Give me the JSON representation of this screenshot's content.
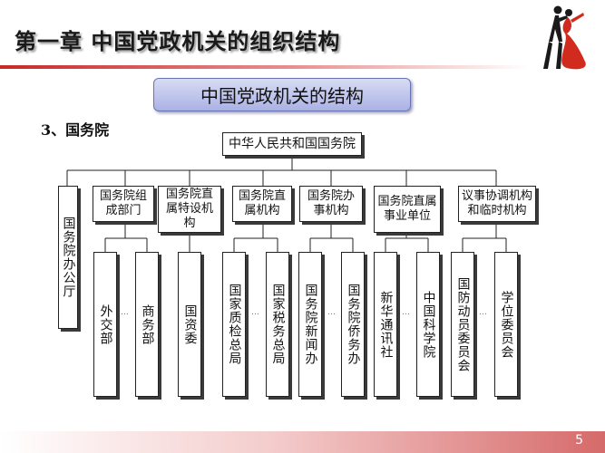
{
  "slide": {
    "title": "第一章 中国党政机关的组织结构",
    "banner": "中国党政机关的结构",
    "section": "3、国务院",
    "page_number": "5"
  },
  "org": {
    "root": "中华人民共和国国务院",
    "office": "国务院办公厅",
    "categories": [
      {
        "label": "国务院组成部门",
        "children": [
          "外交部",
          "商务部"
        ]
      },
      {
        "label": "国务院直属特设机构",
        "children": [
          "国资委"
        ]
      },
      {
        "label": "国务院直属机构",
        "children": [
          "国家质检总局",
          "国家税务总局"
        ]
      },
      {
        "label": "国务院办事机构",
        "children": [
          "国务院新闻办",
          "国务院侨务办"
        ]
      },
      {
        "label": "国务院直属事业单位",
        "children": [
          "新华通讯社",
          "中国科学院"
        ]
      },
      {
        "label": "议事协调机构和临时机构",
        "children": [
          "国防动员委员会",
          "学位委员会"
        ]
      }
    ],
    "ellipsis": "…"
  },
  "colors": {
    "title_rule": "#c82828",
    "banner_fill": "#b4bce8",
    "footer": "#d66a6a"
  },
  "icons": {
    "decoration": "dancing-couple-icon"
  }
}
